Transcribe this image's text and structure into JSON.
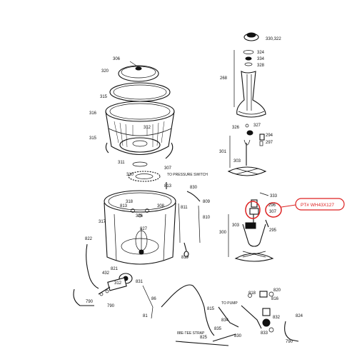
{
  "parts": {
    "p306": "306",
    "p320": "320",
    "p315a": "315",
    "p316": "316",
    "p315b": "315",
    "p312": "312",
    "p311": "311",
    "p307": "307",
    "p310": "310",
    "p317": "317",
    "p318": "318",
    "p813": "813",
    "p326": "326",
    "p308": "308",
    "p822": "822",
    "p819": "819",
    "p811": "811",
    "p830": "830",
    "p809": "809",
    "p810": "810",
    "p821": "821",
    "p432": "432",
    "p312b": "312",
    "p790a": "790",
    "p790b": "790",
    "p831": "831",
    "p86": "86",
    "p81": "81",
    "p815": "815",
    "p834": "834",
    "p835": "835",
    "p825": "825",
    "p830b": "830",
    "p818": "818",
    "p820": "820",
    "p816": "816",
    "p832": "832",
    "p833": "833",
    "p824": "824",
    "p790c": "790",
    "p330": "330,322",
    "p324": "324",
    "p334": "334",
    "p328": "328",
    "p268": "268",
    "p326b": "326",
    "p327": "327",
    "p294": "294",
    "p297": "297",
    "p301": "301",
    "p303": "303",
    "p333": "333",
    "p296": "296",
    "p307b": "307",
    "p295": "295",
    "p300": "300",
    "p303b": "303"
  },
  "labels": {
    "to_pressure_switch": "TO PRESSURE SWITCH",
    "to_pump": "TO PUMP",
    "tee_strap": "88E-TEE STRAP",
    "callout": "PT# WH43X127"
  },
  "colors": {
    "callout": "#d22222",
    "ink": "#111111"
  }
}
